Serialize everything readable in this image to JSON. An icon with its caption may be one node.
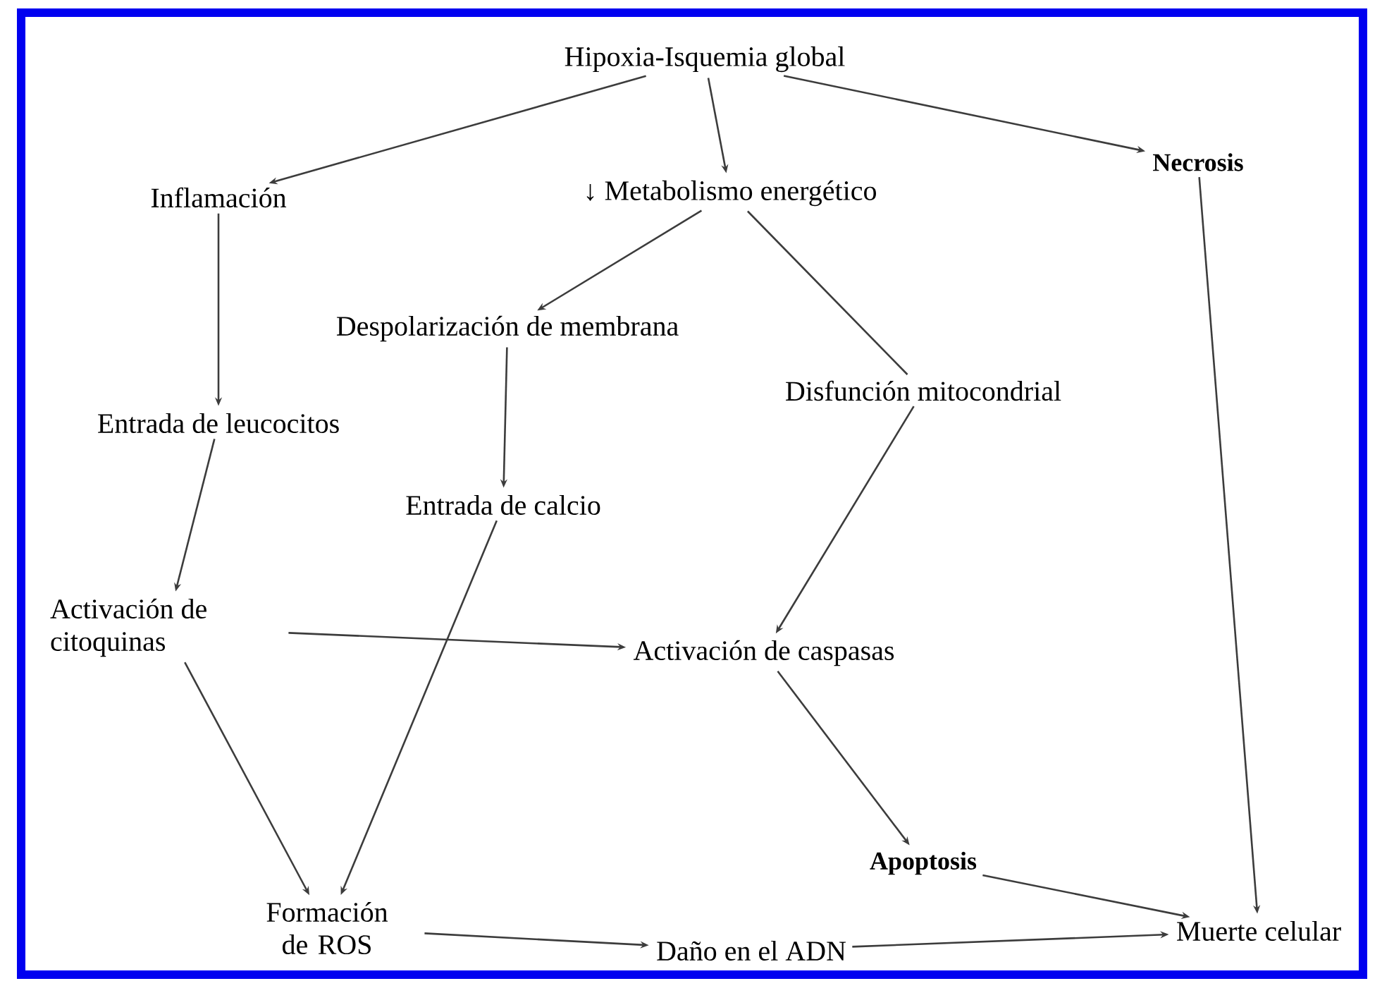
{
  "diagram": {
    "nodes": [
      {
        "text": [
          "Hipoxia-Isquemia global"
        ]
      },
      {
        "text": [
          "Inflamación"
        ]
      },
      {
        "text": [
          "↓ Metabolismo energético"
        ]
      },
      {
        "text": [
          "Necrosis"
        ]
      },
      {
        "text": [
          "Despolarización de membrana"
        ]
      },
      {
        "text": [
          "Disfunción mitocondrial"
        ]
      },
      {
        "text": [
          "Entrada de leucocitos"
        ]
      },
      {
        "text": [
          "Entrada de calcio"
        ]
      },
      {
        "text": [
          "Activación de citoquinas"
        ]
      },
      {
        "text": [
          "Activación de caspasas"
        ]
      },
      {
        "text": [
          "Apoptosis"
        ]
      },
      {
        "text": [
          "Formación de ROS"
        ]
      },
      {
        "text": [
          "Daño en el ADN"
        ]
      },
      {
        "text": [
          "Muerte celular"
        ]
      }
    ],
    "edges": [
      {
        "from": 0,
        "to": 1,
        "arrow": "to"
      },
      {
        "from": 0,
        "to": 2,
        "arrow": "to"
      },
      {
        "from": 0,
        "to": 3,
        "arrow": "to"
      },
      {
        "from": 2,
        "to": 4,
        "arrow": "to"
      },
      {
        "from": 2,
        "to": 5,
        "arrow": "none"
      },
      {
        "from": 1,
        "to": 6,
        "arrow": "to"
      },
      {
        "from": 4,
        "to": 7,
        "arrow": "to"
      },
      {
        "from": 6,
        "to": 8,
        "arrow": "to"
      },
      {
        "from": 5,
        "to": 9,
        "arrow": "to"
      },
      {
        "from": 8,
        "to": 9,
        "arrow": "to"
      },
      {
        "from": 7,
        "to": 11,
        "arrow": "to"
      },
      {
        "from": 9,
        "to": 10,
        "arrow": "to"
      },
      {
        "from": 8,
        "to": 11,
        "arrow": "to"
      },
      {
        "from": 11,
        "to": 12,
        "arrow": "to"
      },
      {
        "from": 12,
        "to": 13,
        "arrow": "to"
      },
      {
        "from": 10,
        "to": 13,
        "arrow": "to"
      },
      {
        "from": 3,
        "to": 13,
        "arrow": "to"
      }
    ]
  }
}
